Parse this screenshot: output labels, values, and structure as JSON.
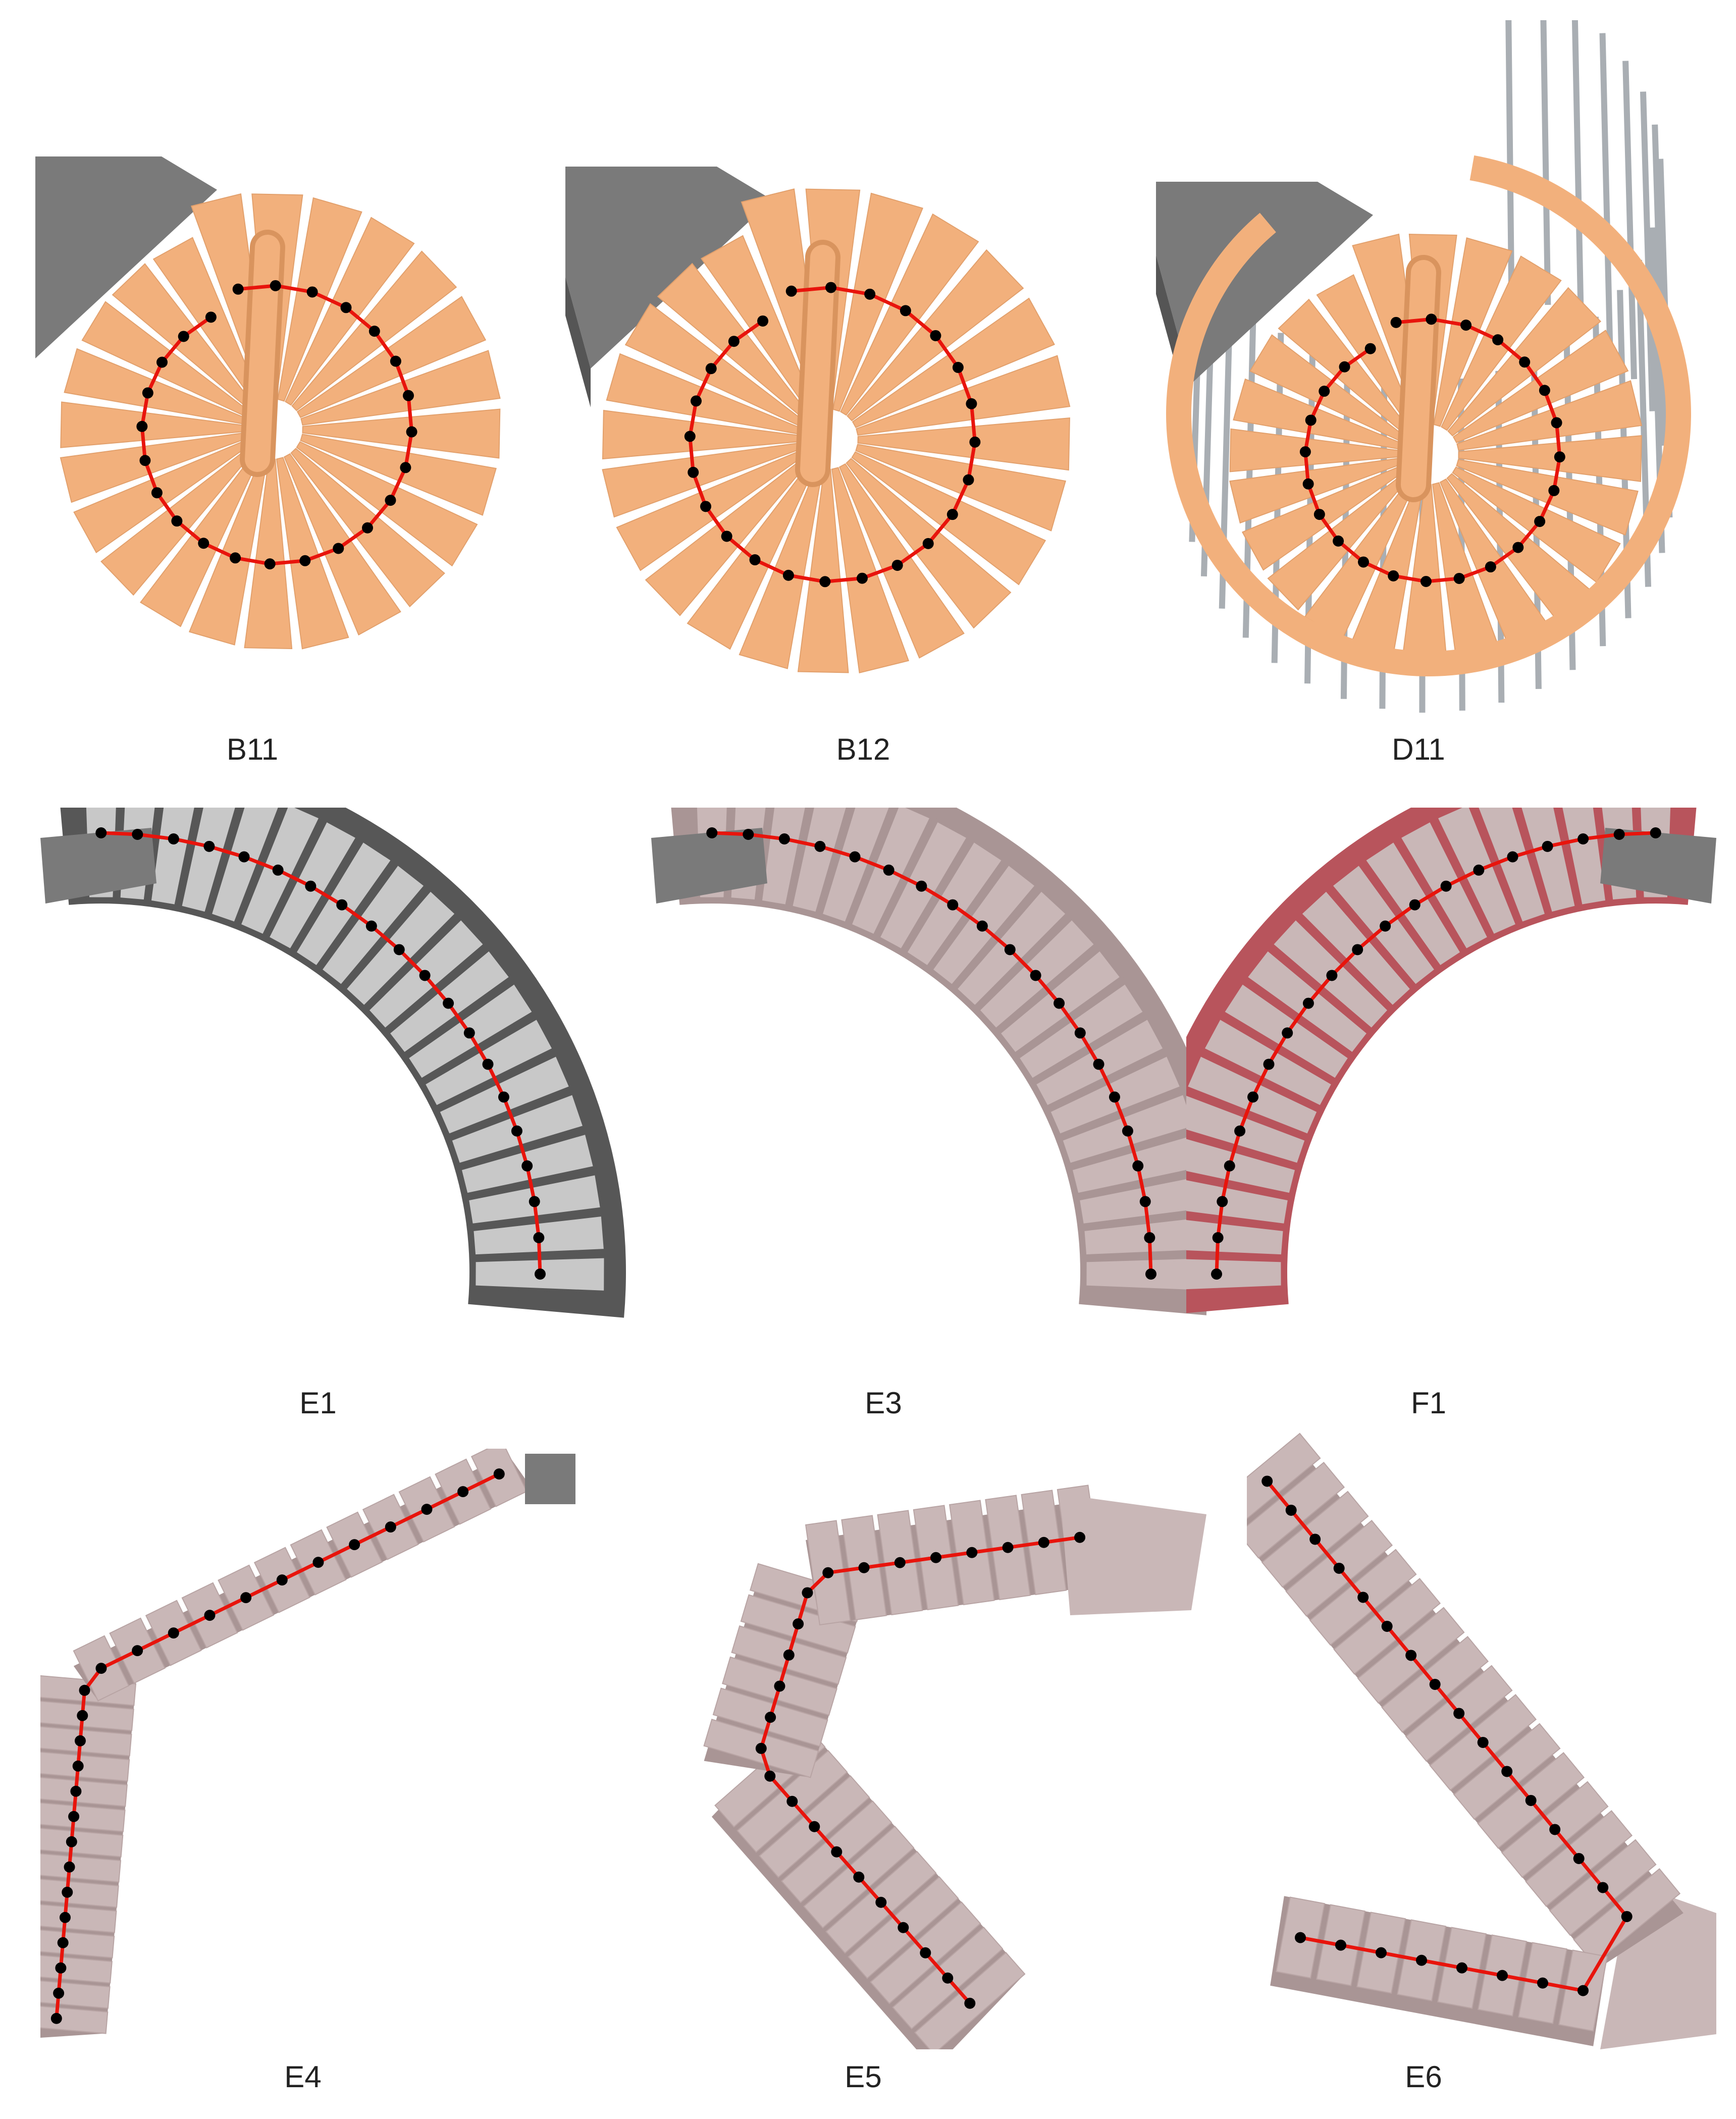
{
  "figure": {
    "panels": [
      {
        "label": "B11",
        "palette": "orange",
        "kind": "spiral",
        "railing": false
      },
      {
        "label": "B12",
        "palette": "orange",
        "kind": "spiral",
        "railing": false
      },
      {
        "label": "D11",
        "palette": "orange",
        "kind": "spiral",
        "railing": true
      },
      {
        "label": "E1",
        "palette": "gray",
        "kind": "arc",
        "mirror": false
      },
      {
        "label": "E3",
        "palette": "mauve",
        "kind": "arc",
        "mirror": false
      },
      {
        "label": "F1",
        "palette": "red",
        "kind": "arc",
        "mirror": true
      },
      {
        "label": "E4",
        "palette": "mauve",
        "kind": "dogleg"
      },
      {
        "label": "E5",
        "palette": "mauve",
        "kind": "lshape"
      },
      {
        "label": "E6",
        "palette": "mauve",
        "kind": "uturn"
      }
    ],
    "colors": {
      "orange": "#f2b07c",
      "orange_dark": "#d9945e",
      "gray_block": "#7a7a7a",
      "gray_block_dark": "#555555",
      "gray_tread": "#c8c8c8",
      "gray_stringer": "#575757",
      "mauve": "#c9b7b7",
      "mauve_dark": "#a99595",
      "red_stringer": "#b8545c",
      "path": "#e8140c",
      "node": "#000000",
      "railing": "#a9aeb3"
    }
  }
}
